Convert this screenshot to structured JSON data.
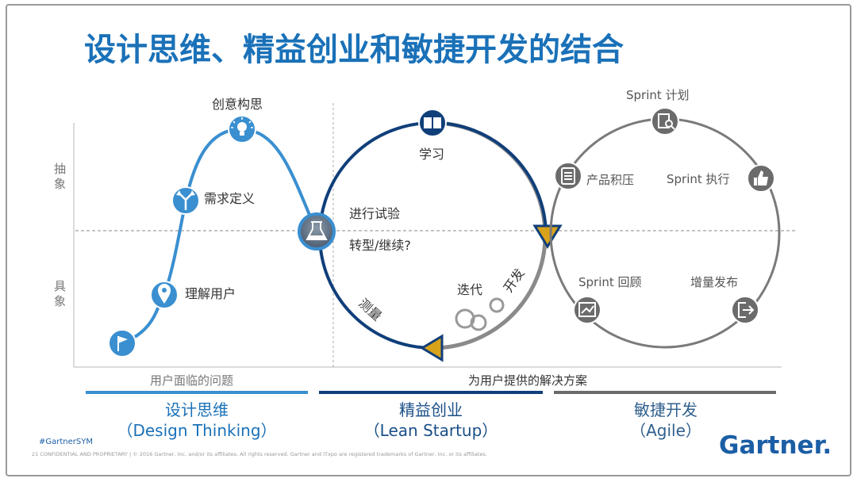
{
  "title": "设计思维、精益创业和敏捷开发的结合",
  "axis": {
    "abstract": [
      "抽",
      "象"
    ],
    "concrete": [
      "具",
      "象"
    ]
  },
  "design_thinking": {
    "steps": [
      "创意构思",
      "需求定义",
      "理解用户"
    ],
    "section_label": "用户面临的问题",
    "caption": "设计思维",
    "caption_en": "（Design Thinking）"
  },
  "lean_startup": {
    "learn": "学习",
    "experiment": "进行试验",
    "pivot": "转型/继续?",
    "iterate": "迭代",
    "develop": "开发",
    "measure": "测量",
    "caption": "精益创业",
    "caption_en": "（Lean Startup）"
  },
  "agile": {
    "sprint_plan": "Sprint 计划",
    "backlog": "产品积压",
    "sprint_exec": "Sprint 执行",
    "sprint_review": "Sprint 回顾",
    "release": "增量发布",
    "caption": "敏捷开发",
    "caption_en": "（Agile）"
  },
  "solution_label": "为用户提供的解决方案",
  "hashtag": "#GartnerSYM",
  "footer": "21   CONFIDENTIAL AND PROPRIETARY  |  © 2016 Gartner, Inc. and/or its affiliates. All rights reserved. Gartner and ITxpo are registered trademarks of Gartner, Inc. or its affiliates.",
  "logo": "Gartner.",
  "colors": {
    "design_blue": "#3a8fd0",
    "lean_navy": "#103f7a",
    "agile_grey": "#7a7a7a",
    "accent_gold": "#d9a21b"
  }
}
